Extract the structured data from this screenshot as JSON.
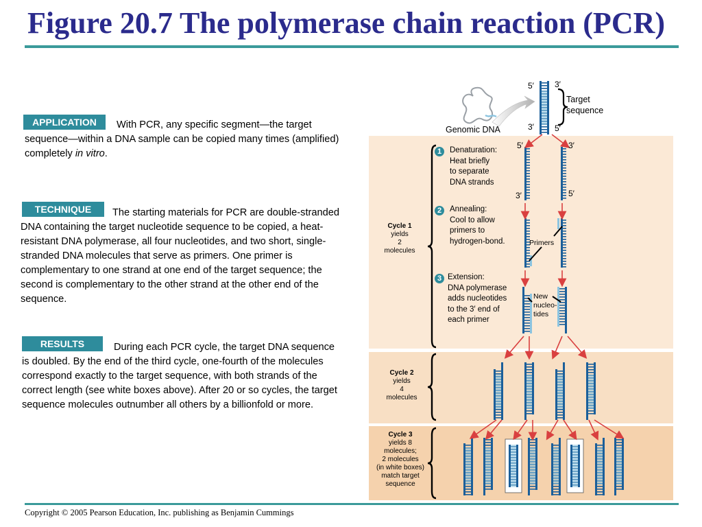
{
  "title": "Figure 20.7 The polymerase chain reaction (PCR)",
  "footer": "Copyright © 2005 Pearson Education, Inc. publishing as Benjamin Cummings",
  "sections": {
    "application": {
      "label": "APPLICATION",
      "text": "With PCR, any specific segment—the target sequence—within a DNA sample can be copied many times (amplified) completely ",
      "italic": "in vitro",
      "end": "."
    },
    "technique": {
      "label": "TECHNIQUE",
      "text": "The starting materials for PCR are double-stranded DNA containing the target nucleotide sequence to be copied, a heat-resistant DNA polymerase, all four nucleotides, and two short, single-stranded DNA molecules that serve as primers. One primer is complementary to one strand at one end of the target sequence; the second is complementary to the other strand at the other end of the sequence."
    },
    "results": {
      "label": "RESULTS",
      "text": "During each PCR cycle, the target DNA sequence is doubled. By the end of the third cycle, one-fourth of the molecules correspond exactly to the target sequence, with both strands of the correct length (see white boxes above). After 20 or so cycles, the target sequence molecules outnumber all others by a billionfold or more."
    }
  },
  "diagram": {
    "genomic_dna": "Genomic DNA",
    "target_sequence": "Target\nsequence",
    "prime5": "5′",
    "prime3": "3′",
    "steps": [
      {
        "num": "1",
        "text": "Denaturation:\nHeat briefly\nto separate\nDNA strands"
      },
      {
        "num": "2",
        "text": "Annealing:\nCool to allow\nprimers to\nhydrogen-bond."
      },
      {
        "num": "3",
        "text": "Extension:\nDNA polymerase\nadds nucleotides\nto the 3′ end of\neach primer"
      }
    ],
    "primers": "Primers",
    "new_nucleotides": "New\nnucleo-\ntides",
    "cycles": [
      {
        "title": "Cycle 1",
        "text": "yields\n2\nmolecules"
      },
      {
        "title": "Cycle 2",
        "text": "yields\n4\nmolecules"
      },
      {
        "title": "Cycle 3",
        "text": "yields 8\nmolecules;\n2 molecules\n(in white boxes)\nmatch target\nsequence"
      }
    ]
  },
  "colors": {
    "title": "#2b2b8c",
    "rule": "#3a9a9a",
    "label_box": "#2e8c9c",
    "panel_cycle1": "#fbe9d6",
    "panel_cycle2": "#f8dfc4",
    "panel_cycle3": "#f5d2ad",
    "dna_dark": "#1b5f9a",
    "dna_light": "#8cc4e0",
    "arrow": "#d94040"
  }
}
